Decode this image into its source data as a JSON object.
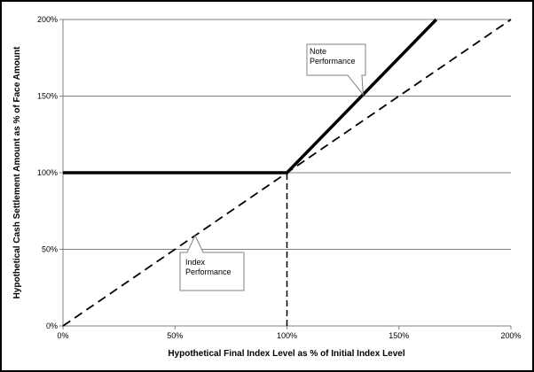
{
  "chart_data": {
    "type": "line",
    "title": "",
    "xlabel": "Hypothetical Final Index Level as % of Initial  Index Level",
    "ylabel": "Hypothetical Cash Settlement Amount as % of Face Amount",
    "xlim": [
      0,
      200
    ],
    "ylim": [
      0,
      200
    ],
    "x_ticks": [
      0,
      50,
      100,
      150,
      200
    ],
    "y_ticks": [
      0,
      50,
      100,
      150,
      200
    ],
    "x_tick_labels": [
      "0%",
      "50%",
      "100%",
      "150%",
      "200%"
    ],
    "y_tick_labels": [
      "0%",
      "50%",
      "100%",
      "150%",
      "200%"
    ],
    "grid": "horizontal",
    "series": [
      {
        "name": "Note Performance",
        "style": "solid-thick",
        "x": [
          0,
          100,
          166.67
        ],
        "y": [
          100,
          100,
          200
        ]
      },
      {
        "name": "Index Performance",
        "style": "dashed",
        "x": [
          0,
          200
        ],
        "y": [
          0,
          200
        ]
      }
    ],
    "reference_lines": [
      {
        "style": "dashed",
        "x": [
          100,
          100
        ],
        "y": [
          0,
          100
        ]
      }
    ],
    "annotations": [
      {
        "text": [
          "Note",
          "Performance"
        ],
        "points_to": [
          134,
          151
        ]
      },
      {
        "text": [
          "Index",
          "Performance"
        ],
        "points_to": [
          59,
          59
        ]
      }
    ]
  }
}
